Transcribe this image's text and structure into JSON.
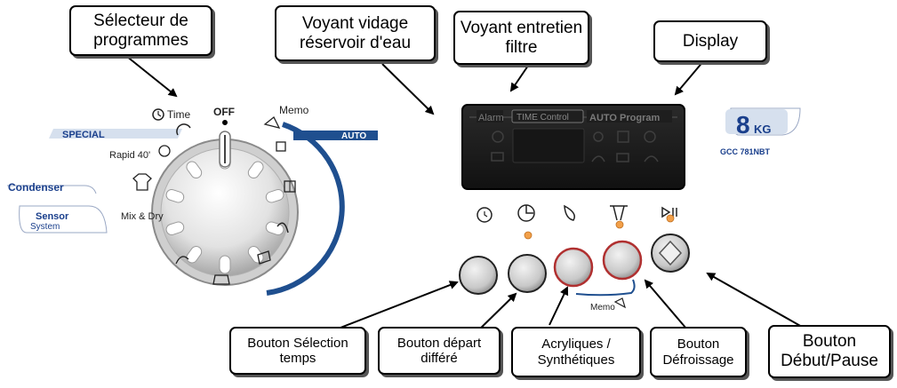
{
  "callouts": {
    "selecteur": "Sélecteur de programmes",
    "voyant_vidage": "Voyant vidage réservoir d'eau",
    "voyant_filtre": "Voyant entretien filtre",
    "display": "Display",
    "bouton_selection": "Bouton Sélection temps",
    "bouton_depart": "Bouton départ différé",
    "acryliques": "Acryliques / Synthétiques",
    "defroissage": "Bouton Défroissage",
    "debut_pause": "Bouton Début/Pause"
  },
  "dial": {
    "time": "Time",
    "off": "OFF",
    "memo": "Memo",
    "special": "SPECIAL",
    "auto": "AUTO",
    "rapid": "Rapid 40'",
    "mix_dry": "Mix & Dry"
  },
  "left_badges": {
    "condenser": "Condenser",
    "sensor": "Sensor",
    "system": "System"
  },
  "panel": {
    "alarm": "Alarm",
    "time_control": "TIME Control",
    "auto_program": "AUTO Program"
  },
  "brand": {
    "capacity_number": "8",
    "capacity_unit": "KG",
    "model": "GCC 781NBT"
  },
  "memo_label": "Memo",
  "colors": {
    "panel": "#1e1e1e",
    "auto_blue": "#1f4f8f",
    "led_orange": "#f2a04a",
    "button_ring_red": "#b03030",
    "badge_blue": "#1a3f8c"
  }
}
